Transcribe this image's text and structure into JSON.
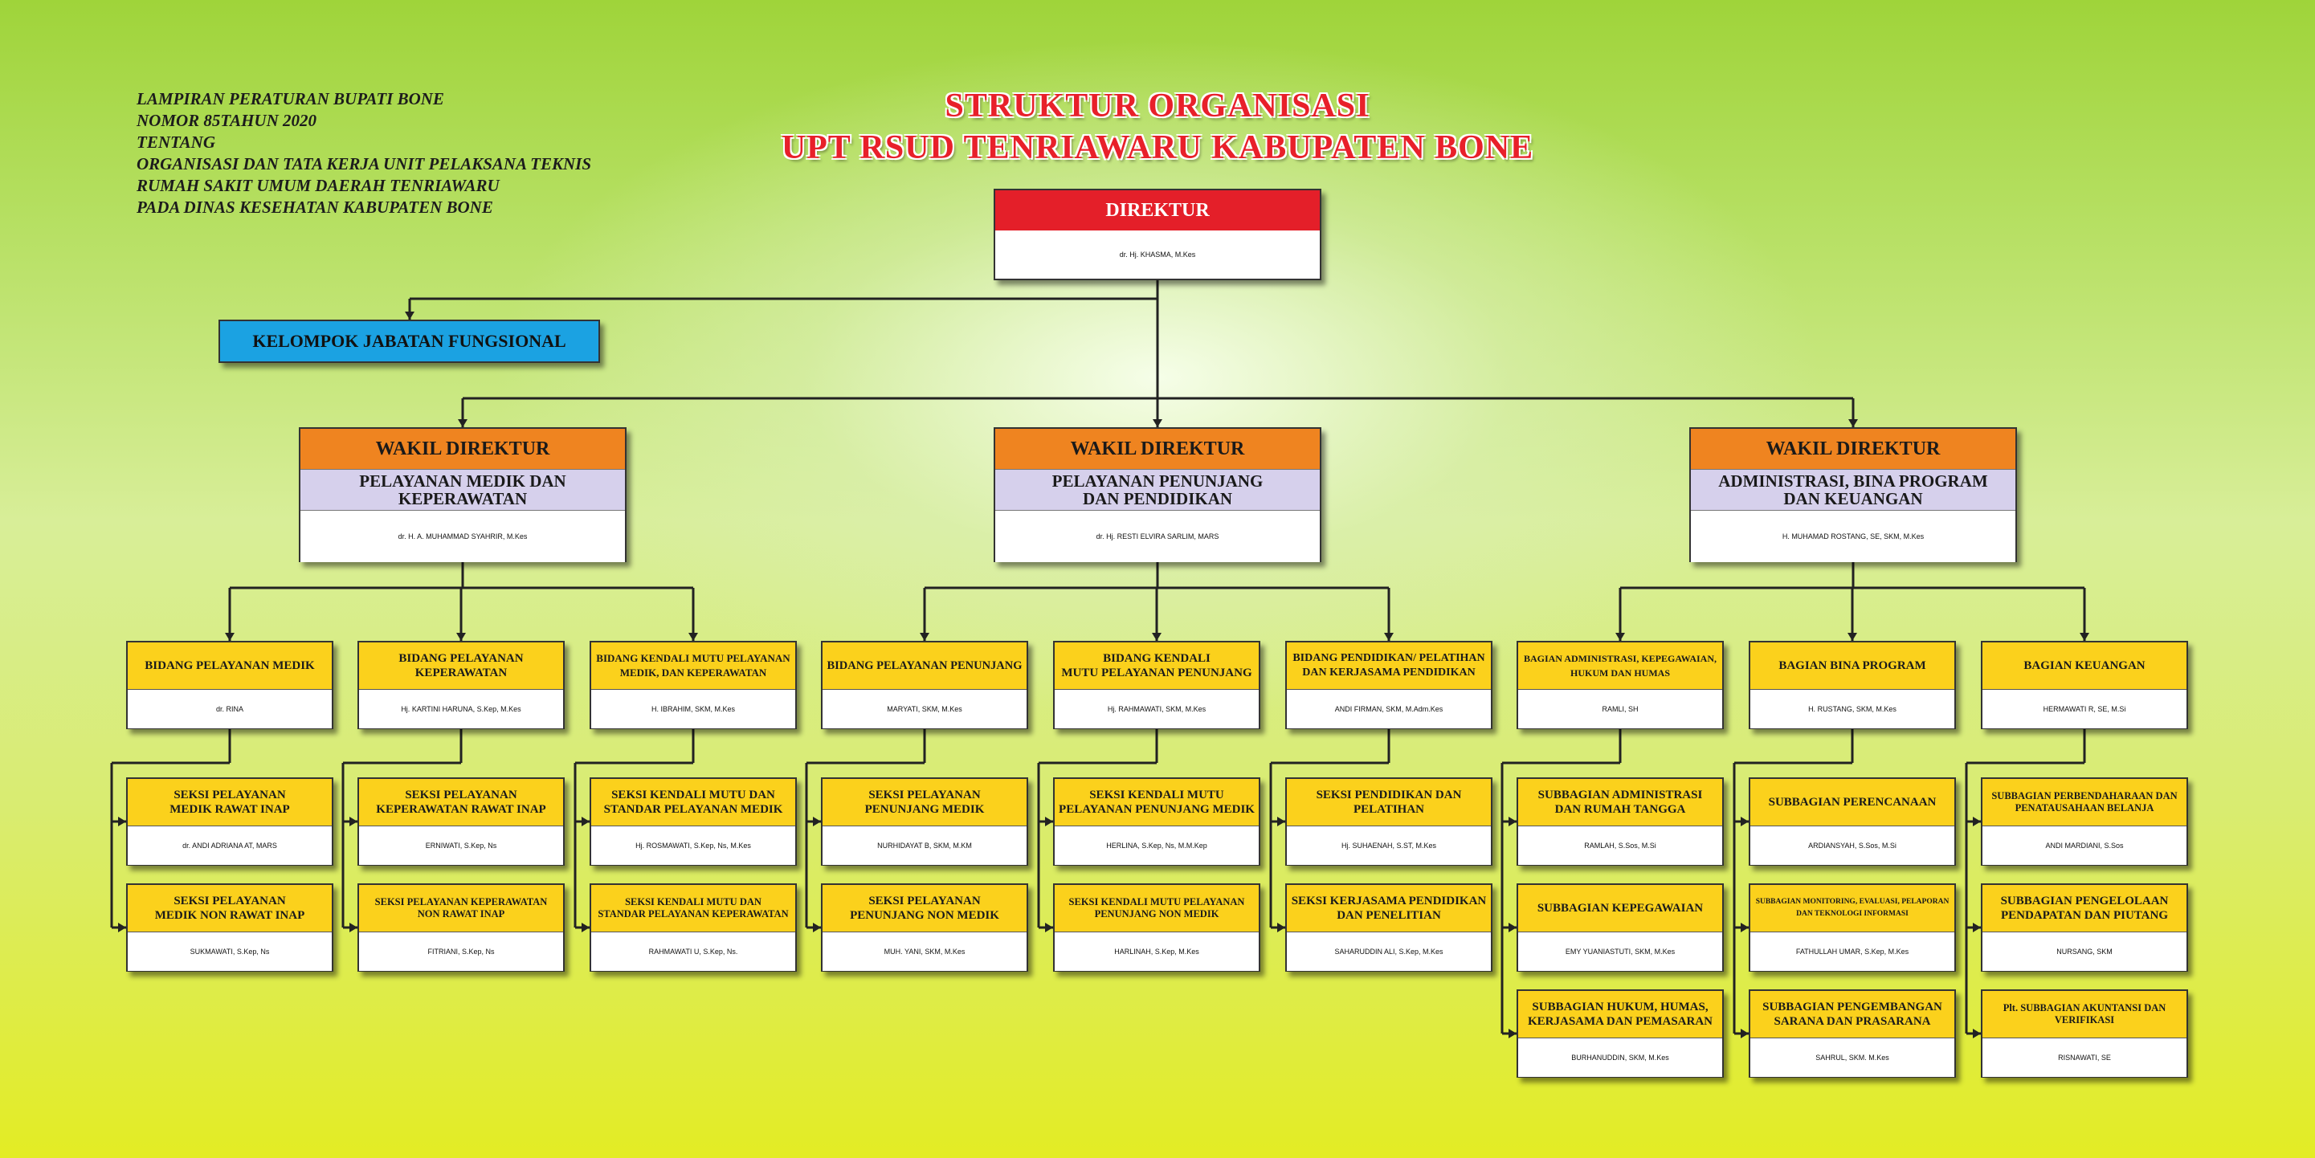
{
  "note": {
    "lines": [
      "LAMPIRAN PERATURAN BUPATI BONE",
      "NOMOR  85TAHUN 2020",
      "TENTANG",
      "ORGANISASI DAN TATA KERJA UNIT PELAKSANA TEKNIS",
      "RUMAH SAKIT UMUM DAERAH TENRIAWARU",
      "PADA DINAS KESEHATAN KABUPATEN BONE"
    ]
  },
  "title": {
    "line1": "STRUKTUR ORGANISASI",
    "line2": "UPT RSUD TENRIAWARU KABUPATEN BONE"
  },
  "director": {
    "title": "DIREKTUR",
    "name": "dr. Hj. KHASMA, M.Kes"
  },
  "functional_group": {
    "label": "KELOMPOK JABATAN FUNGSIONAL"
  },
  "vice_directors": [
    {
      "title": "WAKIL DIREKTUR",
      "field_line1": "PELAYANAN MEDIK DAN",
      "field_line2": "KEPERAWATAN",
      "name": "dr. H. A. MUHAMMAD SYAHRIR, M.Kes"
    },
    {
      "title": "WAKIL DIREKTUR",
      "field_line1": "PELAYANAN PENUNJANG",
      "field_line2": "DAN PENDIDIKAN",
      "name": "dr. Hj. RESTI ELVIRA SARLIM, MARS"
    },
    {
      "title": "WAKIL DIREKTUR",
      "field_line1": "ADMINISTRASI, BINA PROGRAM",
      "field_line2": "DAN  KEUANGAN",
      "name": "H. MUHAMAD ROSTANG, SE, SKM, M.Kes"
    }
  ],
  "units": [
    {
      "title_line1": "BIDANG PELAYANAN  MEDIK",
      "title_line2": "",
      "name": "dr. RINA",
      "sections": [
        {
          "title_line1": "SEKSI PELAYANAN",
          "title_line2": "MEDIK RAWAT INAP",
          "name": "dr. ANDI ADRIANA AT, MARS"
        },
        {
          "title_line1": "SEKSI PELAYANAN",
          "title_line2": "MEDIK NON RAWAT INAP",
          "name": "SUKMAWATI, S.Kep, Ns"
        }
      ]
    },
    {
      "title_line1": "BIDANG PELAYANAN",
      "title_line2": "KEPERAWATAN",
      "name": "Hj. KARTINI HARUNA, S.Kep, M.Kes",
      "sections": [
        {
          "title_line1": "SEKSI PELAYANAN",
          "title_line2": "KEPERAWATAN RAWAT INAP",
          "name": "ERNIWATI, S.Kep, Ns"
        },
        {
          "title_line1": "SEKSI PELAYANAN KEPERAWATAN",
          "title_line2": "NON RAWAT INAP",
          "name": "FITRIANI, S.Kep, Ns"
        }
      ]
    },
    {
      "title_line1": "BIDANG KENDALI  MUTU PELAYANAN",
      "title_line2": "MEDIK, DAN KEPERAWATAN",
      "name": "H. IBRAHIM, SKM, M.Kes",
      "sections": [
        {
          "title_line1": "SEKSI KENDALI MUTU DAN",
          "title_line2": "STANDAR PELAYANAN MEDIK",
          "name": "Hj. ROSMAWATI, S.Kep, Ns, M.Kes"
        },
        {
          "title_line1": "SEKSI KENDALI MUTU DAN",
          "title_line2": "STANDAR PELAYANAN KEPERAWATAN",
          "name": "RAHMAWATI U, S.Kep, Ns."
        }
      ]
    },
    {
      "title_line1": "BIDANG PELAYANAN PENUNJANG",
      "title_line2": "",
      "name": "MARYATI, SKM, M.Kes",
      "sections": [
        {
          "title_line1": "SEKSI PELAYANAN",
          "title_line2": "PENUNJANG MEDIK",
          "name": "NURHIDAYAT B, SKM, M.KM"
        },
        {
          "title_line1": "SEKSI PELAYANAN",
          "title_line2": "PENUNJANG NON MEDIK",
          "name": "MUH. YANI, SKM, M.Kes"
        }
      ]
    },
    {
      "title_line1": "BIDANG KENDALI",
      "title_line2": "MUTU PELAYANAN PENUNJANG",
      "name": "Hj. RAHMAWATI, SKM, M.Kes",
      "sections": [
        {
          "title_line1": "SEKSI KENDALI MUTU",
          "title_line2": "PELAYANAN PENUNJANG MEDIK",
          "name": "HERLINA, S.Kep, Ns, M.M.Kep"
        },
        {
          "title_line1": "SEKSI KENDALI MUTU  PELAYANAN",
          "title_line2": "PENUNJANG NON MEDIK",
          "name": "HARLINAH, S.Kep, M.Kes"
        }
      ]
    },
    {
      "title_line1": "BIDANG PENDIDIKAN/ PELATIHAN",
      "title_line2": "DAN KERJASAMA PENDIDIKAN",
      "name": "ANDI FIRMAN, SKM, M.Adm.Kes",
      "sections": [
        {
          "title_line1": "SEKSI PENDIDIKAN DAN",
          "title_line2": "PELATIHAN",
          "name": "Hj. SUHAENAH, S.ST, M.Kes"
        },
        {
          "title_line1": "SEKSI KERJASAMA PENDIDIKAN",
          "title_line2": "DAN PENELITIAN",
          "name": "SAHARUDDIN ALI, S.Kep, M.Kes"
        }
      ]
    },
    {
      "title_line1": "BAGIAN ADMINISTRASI, KEPEGAWAIAN,",
      "title_line2": "HUKUM DAN HUMAS",
      "name": "RAMLI, SH",
      "sections": [
        {
          "title_line1": "SUBBAGIAN ADMINISTRASI",
          "title_line2": "DAN RUMAH TANGGA",
          "name": "RAMLAH, S.Sos, M.Si"
        },
        {
          "title_line1": "SUBBAGIAN KEPEGAWAIAN",
          "title_line2": "",
          "name": "EMY YUANIASTUTI, SKM, M.Kes"
        },
        {
          "title_line1": "SUBBAGIAN HUKUM, HUMAS,",
          "title_line2": "KERJASAMA DAN PEMASARAN",
          "name": "BURHANUDDIN, SKM, M.Kes"
        }
      ]
    },
    {
      "title_line1": "BAGIAN BINA PROGRAM",
      "title_line2": "",
      "name": "H. RUSTANG, SKM, M.Kes",
      "sections": [
        {
          "title_line1": "SUBBAGIAN PERENCANAAN",
          "title_line2": "",
          "name": "ARDIANSYAH, S.Sos, M.Si"
        },
        {
          "title_line1": "SUBBAGIAN MONITORING, EVALUASI, PELAPORAN",
          "title_line2": "DAN TEKNOLOGI INFORMASI",
          "name": "FATHULLAH UMAR, S.Kep, M.Kes"
        },
        {
          "title_line1": "SUBBAGIAN PENGEMBANGAN",
          "title_line2": "SARANA DAN PRASARANA",
          "name": "SAHRUL, SKM. M.Kes"
        }
      ]
    },
    {
      "title_line1": "BAGIAN KEUANGAN",
      "title_line2": "",
      "name": "HERMAWATI R, SE, M.Si",
      "sections": [
        {
          "title_line1": "SUBBAGIAN PERBENDAHARAAN DAN",
          "title_line2": "PENATAUSAHAAN BELANJA",
          "name": "ANDI MARDIANI, S.Sos"
        },
        {
          "title_line1": "SUBBAGIAN PENGELOLAAN",
          "title_line2": "PENDAPATAN DAN PIUTANG",
          "name": "NURSANG, SKM"
        },
        {
          "title_line1": "Plt. SUBBAGIAN AKUNTANSI DAN",
          "title_line2": "VERIFIKASI",
          "name": "RISNAWATI, SE"
        }
      ]
    }
  ],
  "colors": {
    "director_header": "#e41f29",
    "vice_header": "#ef8420",
    "vice_field": "#d6d0ec",
    "unit_header": "#fbd11c",
    "functional_box": "#1ba2e2",
    "title_text": "#e8202a"
  }
}
